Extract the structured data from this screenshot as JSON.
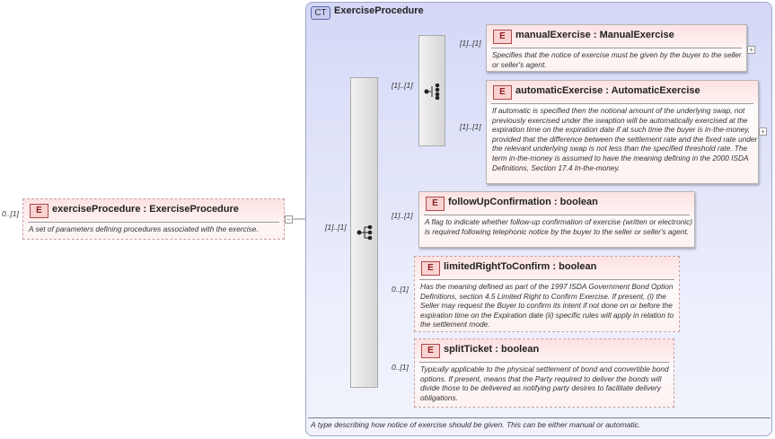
{
  "root": {
    "badge": "E",
    "name": "exerciseProcedure : ExerciseProcedure",
    "cardinality": "0..[1]",
    "description": "A set of parameters defining procedures associated with the exercise."
  },
  "complex_type": {
    "badge": "CT",
    "title": "ExerciseProcedure",
    "description": "A type describing how notice of exercise should be given. This can be either manual or automatic."
  },
  "outer_sequence": {
    "cardinality": "[1]..[1]",
    "icon": "sequence-icon"
  },
  "choice": {
    "cardinality": "[1]..[1]",
    "icon": "choice-icon"
  },
  "elements": {
    "manual": {
      "badge": "E",
      "name": "manualExercise",
      "type": "ManualExercise",
      "cardinality": "[1]..[1]",
      "description": "Specifies that the notice of exercise must be given by the buyer to the seller or seller's agent.",
      "expander": "+"
    },
    "automatic": {
      "badge": "E",
      "name": "automaticExercise",
      "type": "AutomaticExercise",
      "cardinality": "[1]..[1]",
      "description": "If automatic is specified then the notional amount of the underlying swap, not previously exercised under the swaption will be automatically exercised at the expiration time on the expiration date if at such time the buyer is in-the-money, provided that the difference between the settlement rate and the fixed rate under the relevant underlying swap is not less than the specified threshold rate. The term in-the-money is assumed to have the meaning defining in the 2000 ISDA Definitions, Section 17.4 In-the-money.",
      "expander": "+"
    },
    "followup": {
      "badge": "E",
      "name": "followUpConfirmation",
      "type": "boolean",
      "cardinality": "[1]..[1]",
      "description": "A flag to indicate whether follow-up confirmation of exercise (written or electronic) is required following telephonic notice by the buyer to the seller or seller's agent."
    },
    "limited": {
      "badge": "E",
      "name": "limitedRightToConfirm",
      "type": "boolean",
      "cardinality": "0..[1]",
      "description": "Has the meaning defined as part of the 1997 ISDA Government Bond Option Definitions, section 4.5 Limited Right to Confirm Exercise. If present, (i) the Seller may request the Buyer to confirm its intent if not done on or before the expiration time on the Expiration date (ii) specific rules will apply in relation to the settlement mode."
    },
    "split": {
      "badge": "E",
      "name": "splitTicket",
      "type": "boolean",
      "cardinality": "0..[1]",
      "description": "Typically applicable to the physical settlement of bond and convertible bond options. If present, means that the Party required to deliver the bonds will divide those to be delivered as notifying party desires to facilitate delivery obligations."
    }
  },
  "root_expander": "−"
}
